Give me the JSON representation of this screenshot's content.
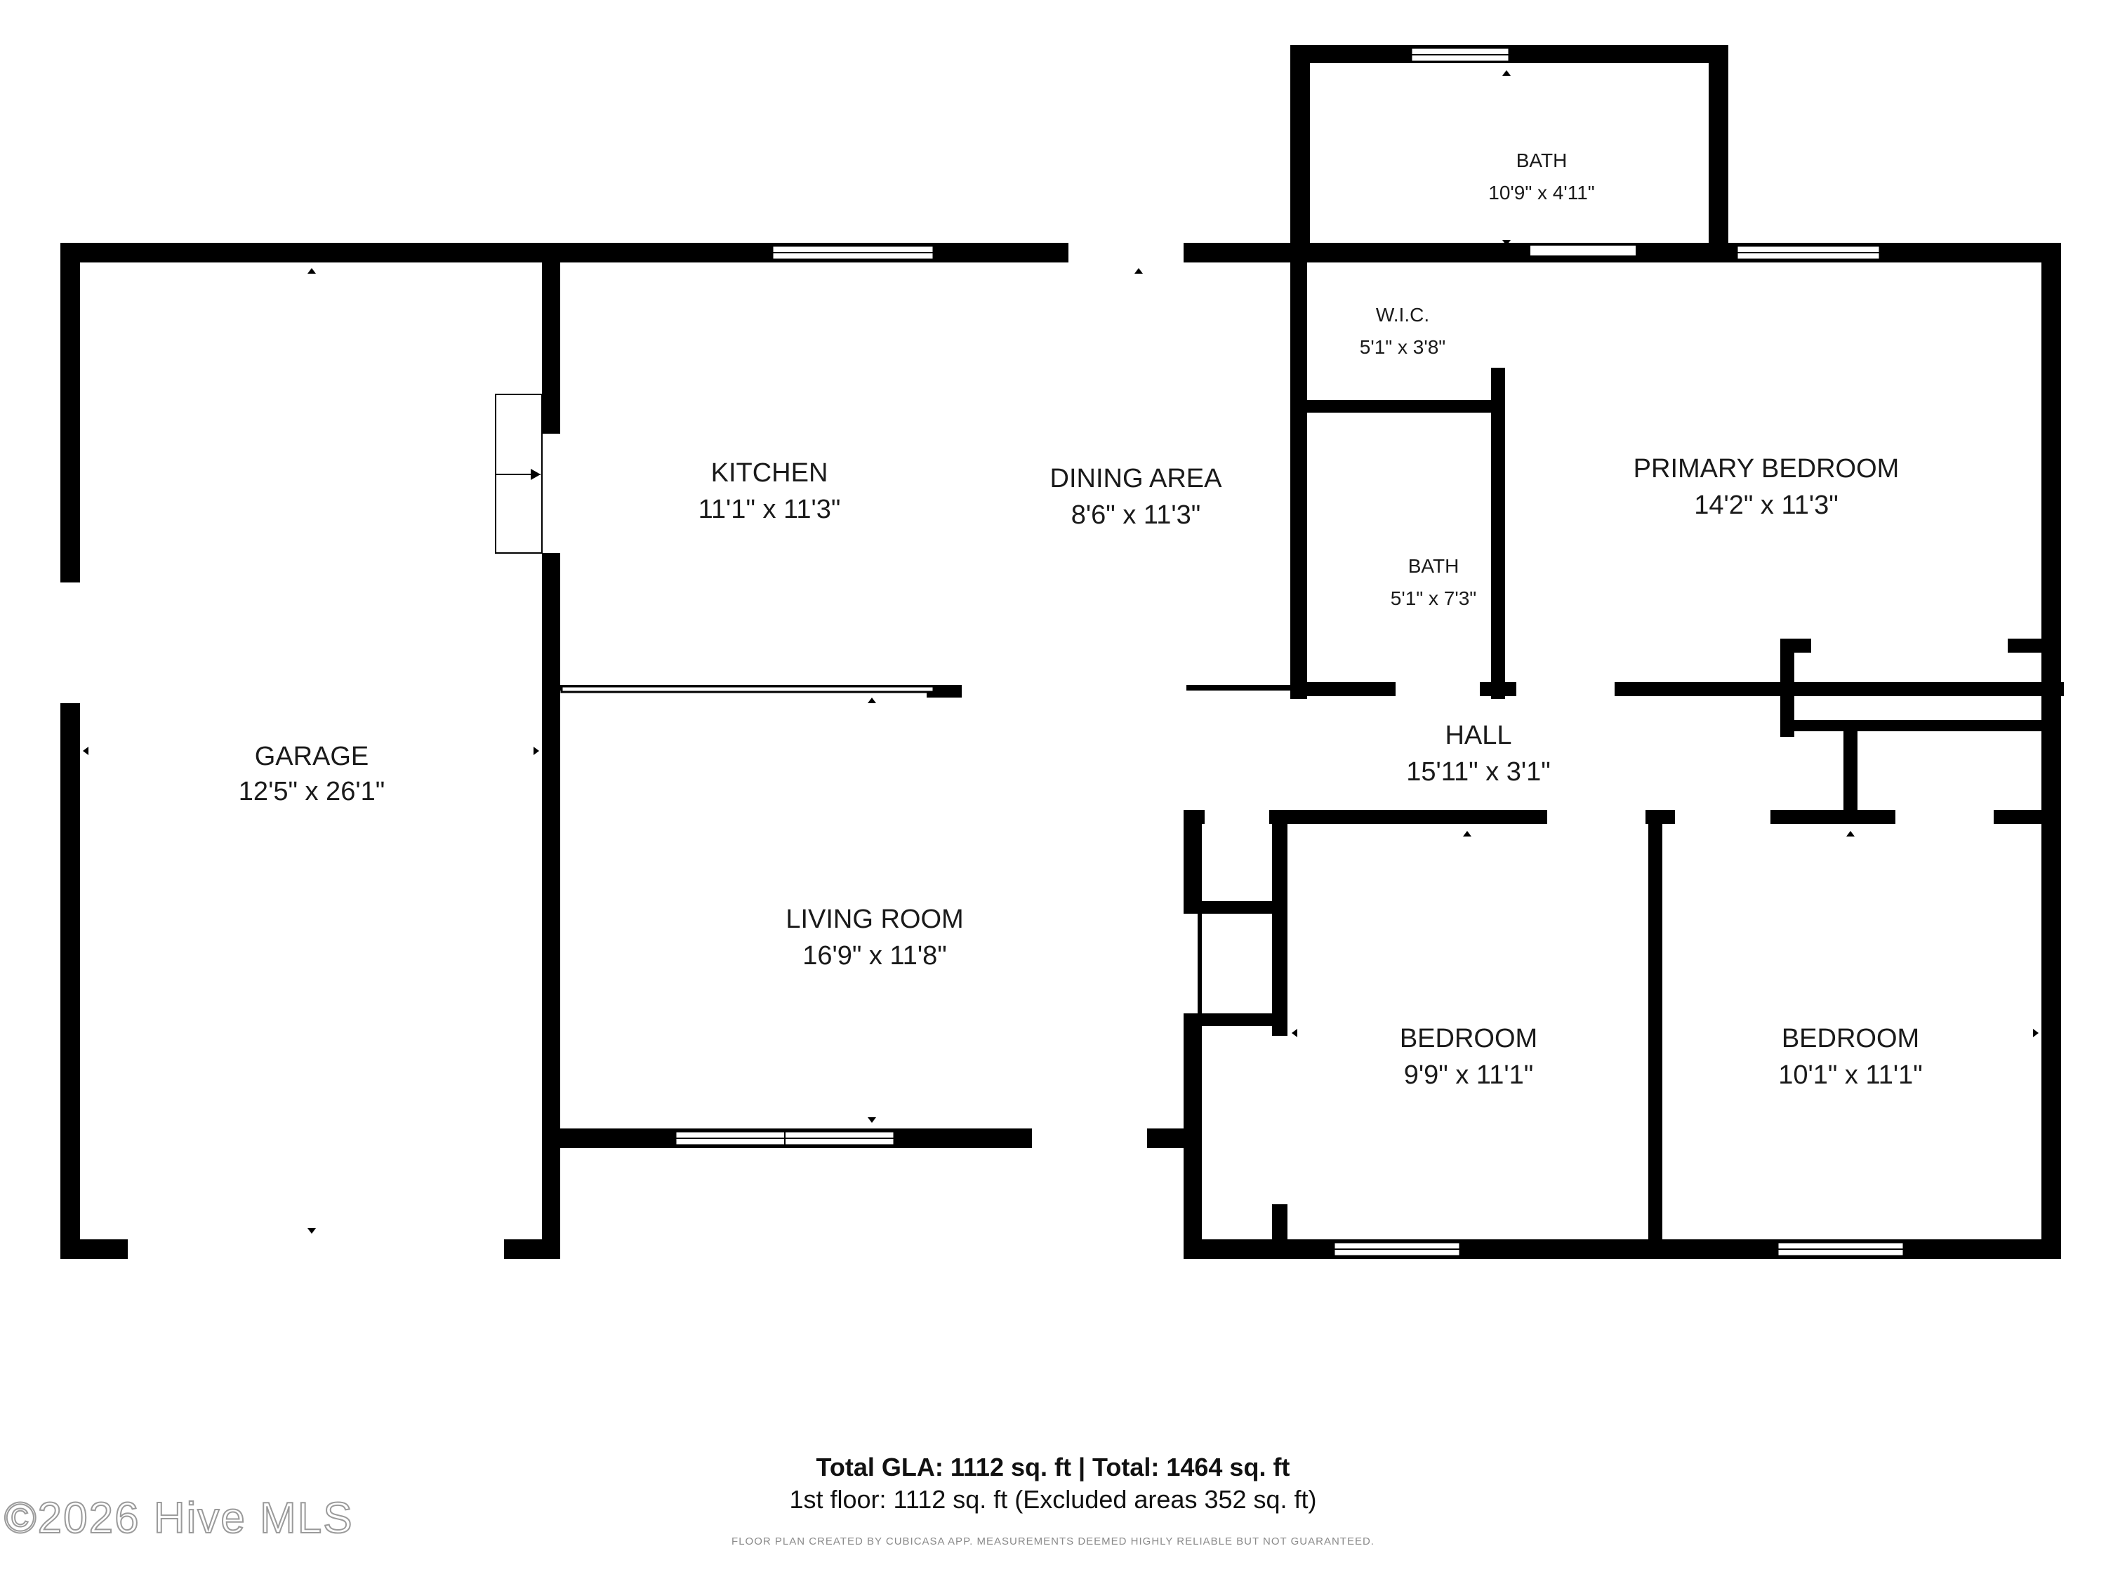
{
  "rooms": {
    "garage": {
      "name": "GARAGE",
      "dims": "12'5\" x 26'1\""
    },
    "kitchen": {
      "name": "KITCHEN",
      "dims": "11'1\" x 11'3\""
    },
    "dining": {
      "name": "DINING AREA",
      "dims": "8'6\" x 11'3\""
    },
    "bath_top": {
      "name": "BATH",
      "dims": "10'9\" x 4'11\""
    },
    "wic": {
      "name": "W.I.C.",
      "dims": "5'1\" x 3'8\""
    },
    "bath_mid": {
      "name": "BATH",
      "dims": "5'1\" x 7'3\""
    },
    "primary": {
      "name": "PRIMARY BEDROOM",
      "dims": "14'2\" x 11'3\""
    },
    "hall": {
      "name": "HALL",
      "dims": "15'11\" x 3'1\""
    },
    "living": {
      "name": "LIVING ROOM",
      "dims": "16'9\" x 11'8\""
    },
    "bedroom1": {
      "name": "BEDROOM",
      "dims": "9'9\" x 11'1\""
    },
    "bedroom2": {
      "name": "BEDROOM",
      "dims": "10'1\" x 11'1\""
    }
  },
  "footer": {
    "totals_line": "Total GLA: 1112 sq. ft | Total: 1464 sq. ft",
    "floor_line": "1st floor: 1112 sq. ft (Excluded areas 352 sq. ft)",
    "disclaimer": "FLOOR PLAN CREATED BY CUBICASA APP. MEASUREMENTS DEEMED HIGHLY RELIABLE BUT NOT GUARANTEED."
  },
  "watermark": "©2026 Hive MLS"
}
